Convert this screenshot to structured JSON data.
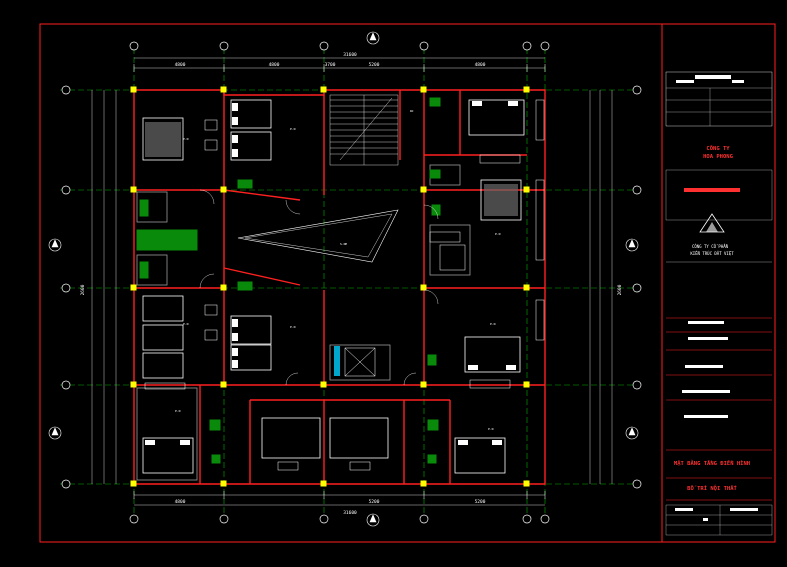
{
  "colors": {
    "background": "#000000",
    "frame": "#ff2020",
    "wall": "#ff2020",
    "grid": "#00c000",
    "dimension": "#ffffff",
    "furniture": "#ffffff",
    "green_fill": "#0a8a0a",
    "yellow": "#ffff00",
    "cyan": "#00d0ff",
    "company_red": "#ff3030"
  },
  "dimensions": {
    "top_total": "31600",
    "top_segments": [
      "4800",
      "4800",
      "3700",
      "5200",
      "4800"
    ],
    "bottom_total": "31600",
    "bottom_segments": [
      "4800",
      "5200",
      "5200"
    ],
    "left_total": "2600",
    "right_total": "2600"
  },
  "title_block": {
    "company_line1": "CÔNG TY",
    "company_line2": "HOA PHONG",
    "firm_line1": "CÔNG TY CỔ PHẦN",
    "firm_line2": "KIẾN TRÚC ĐẤT VIỆT",
    "sheet_title": "MẶT BẰNG TẦNG ĐIỂN HÌNH",
    "sheet_subtitle": "BỐ TRÍ NỘI THẤT"
  },
  "icons": [
    "north-arrow-icon",
    "grid-bubble-icon",
    "firm-logo-icon"
  ]
}
